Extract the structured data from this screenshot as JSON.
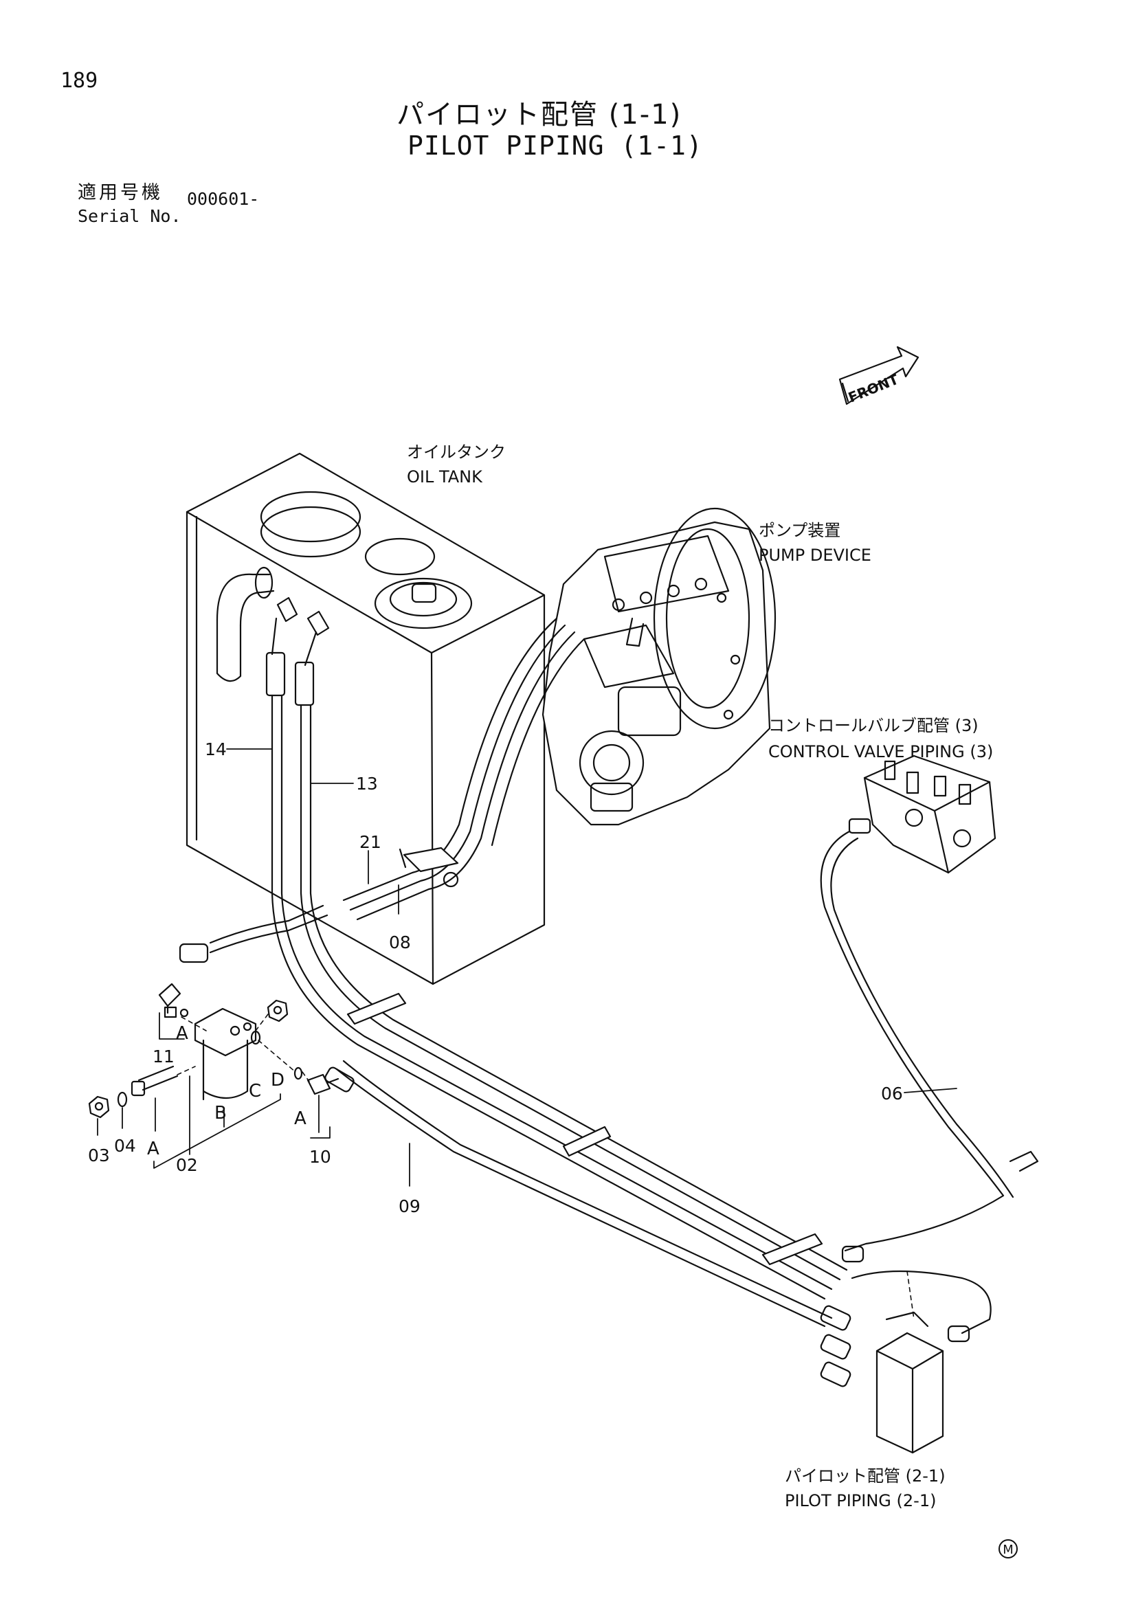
{
  "header": {
    "page_number": "189",
    "title_jp": "パイロット配管 (1-1)",
    "title_en": "PILOT PIPING (1-1)",
    "serial_label_jp": "適用号機",
    "serial_label_en": "Serial No.",
    "serial_value": "000601-"
  },
  "front_marker": "FRONT",
  "components": {
    "oil_tank_jp": "オイルタンク",
    "oil_tank_en": "OIL TANK",
    "pump_device_jp": "ポンプ装置",
    "pump_device_en": "PUMP DEVICE",
    "control_valve_jp": "コントロールバルブ配管 (3)",
    "control_valve_en": "CONTROL VALVE PIPING (3)",
    "pilot_piping_jp": "パイロット配管 (2-1)",
    "pilot_piping_en": "PILOT PIPING (2-1)"
  },
  "part_numbers": {
    "p14": "14",
    "p13": "13",
    "p21": "21",
    "p08": "08",
    "p11": "11",
    "p03": "03",
    "p04": "04",
    "p02": "02",
    "p10": "10",
    "p09": "09",
    "p06": "06"
  },
  "detail_letters": {
    "a_top": "A",
    "a_bolt": "A",
    "a_right": "A",
    "b": "B",
    "c": "C",
    "d": "D"
  },
  "footer_mark": "M"
}
